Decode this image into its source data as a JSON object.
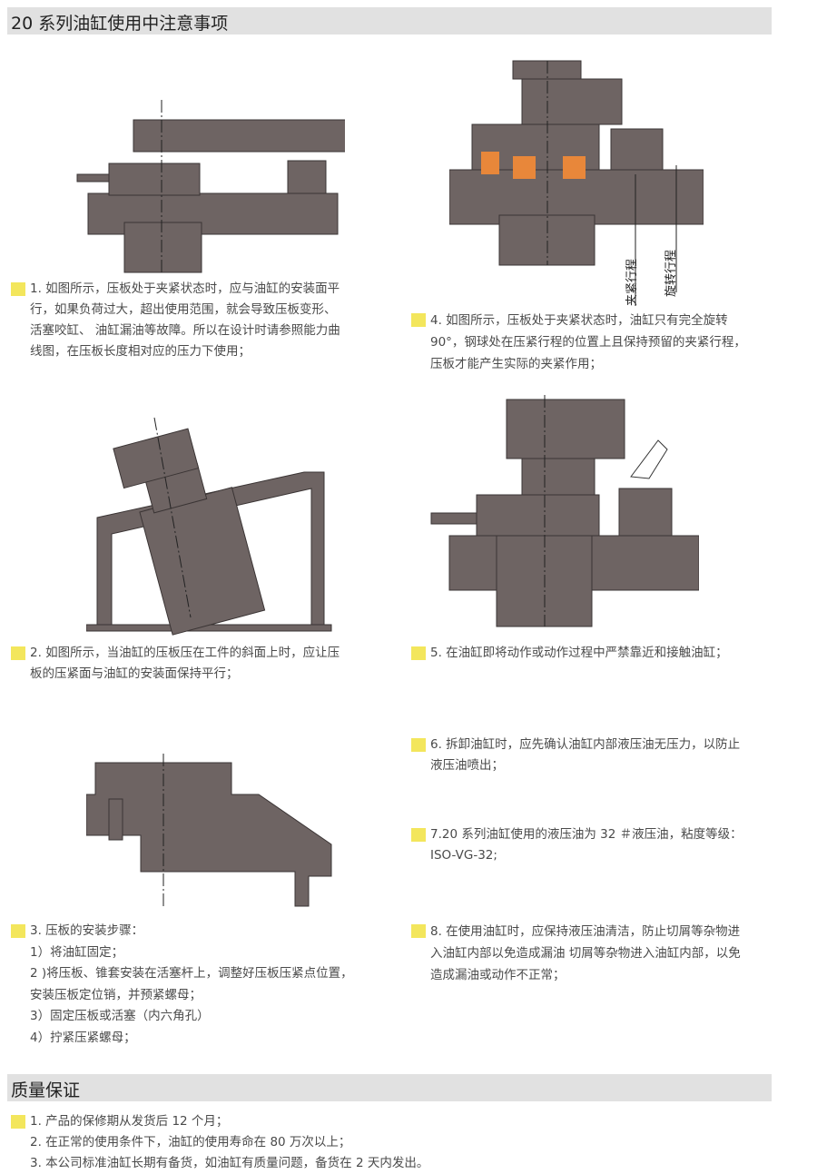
{
  "section1": {
    "title": "20 系列油缸使用中注意事项"
  },
  "items": [
    {
      "lines": [
        "1. 如图所示，压板处于夹紧状态时，应与油缸的安装面平",
        "行，如果负荷过大，超出使用范围，就会导致压板变形、",
        "活塞咬缸、 油缸漏油等故障。所以在设计时请参照能力曲",
        "线图，在压板长度相对应的压力下使用；"
      ]
    },
    {
      "lines": [
        "2. 如图所示，当油缸的压板压在工件的斜面上时，应让压",
        "板的压紧面与油缸的安装面保持平行；"
      ]
    },
    {
      "lines": [
        "3. 压板的安装步骤：",
        "1）将油缸固定；",
        "2 )将压板、锥套安装在活塞杆上，调整好压板压紧点位置，",
        "安装压板定位销，并预紧螺母；",
        "3）固定压板或活塞（内六角孔）",
        "4）拧紧压紧螺母；"
      ]
    },
    {
      "lines": [
        "4. 如图所示，压板处于夹紧状态时，油缸只有完全旋转",
        "90°，钢球处在压紧行程的位置上且保持预留的夹紧行程，",
        "压板才能产生实际的夹紧作用；"
      ]
    },
    {
      "lines": [
        "5. 在油缸即将动作或动作过程中严禁靠近和接触油缸；"
      ]
    },
    {
      "lines": [
        "6. 拆卸油缸时，应先确认油缸内部液压油无压力，以防止",
        "液压油喷出；"
      ]
    },
    {
      "lines": [
        "7.20 系列油缸使用的液压油为 32 ＃液压油，粘度等级：",
        "ISO-VG-32;"
      ]
    },
    {
      "lines": [
        "8. 在使用油缸时，应保持液压油清洁，防止切屑等杂物进",
        "入油缸内部以免造成漏油 切屑等杂物进入油缸内部，以免",
        "造成漏油或动作不正常；"
      ]
    }
  ],
  "figure4": {
    "label_clamp": "夹紧行程",
    "label_rotate": "旋转行程"
  },
  "section2": {
    "title": "质量保证",
    "lines": [
      "1. 产品的保修期从发货后 12 个月；",
      "2. 在正常的使用条件下，油缸的使用寿命在 80 万次以上；",
      "3. 本公司标准油缸长期有备货，如油缸有质量问题，备货在 2 天内发出。"
    ]
  },
  "colors": {
    "accent": "#f3e65c",
    "header": "#e1e1e1",
    "metal": "#6e6463"
  }
}
